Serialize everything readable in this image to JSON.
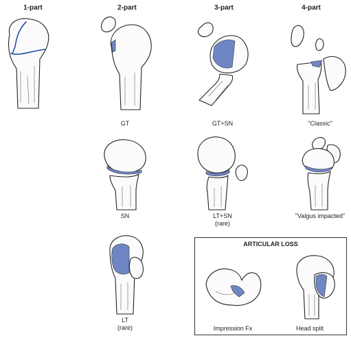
{
  "headers": {
    "part1": "1-part",
    "part2": "2-part",
    "part3": "3-part",
    "part4": "4-part"
  },
  "labels": {
    "gt": "GT",
    "gt_sn": "GT+SN",
    "classic": "\"Classic\"",
    "sn": "SN",
    "lt_sn": "LT+SN",
    "lt_sn_note": "(rare)",
    "valgus": "\"Valgus impacted\"",
    "lt": "LT",
    "lt_note": "(rare)",
    "articular_loss": "ARTICULAR LOSS",
    "impression": "Impression Fx",
    "head_split": "Head split"
  },
  "colors": {
    "fragment_fill": "#6f86c4",
    "fracture_line": "#1f4fa8"
  }
}
